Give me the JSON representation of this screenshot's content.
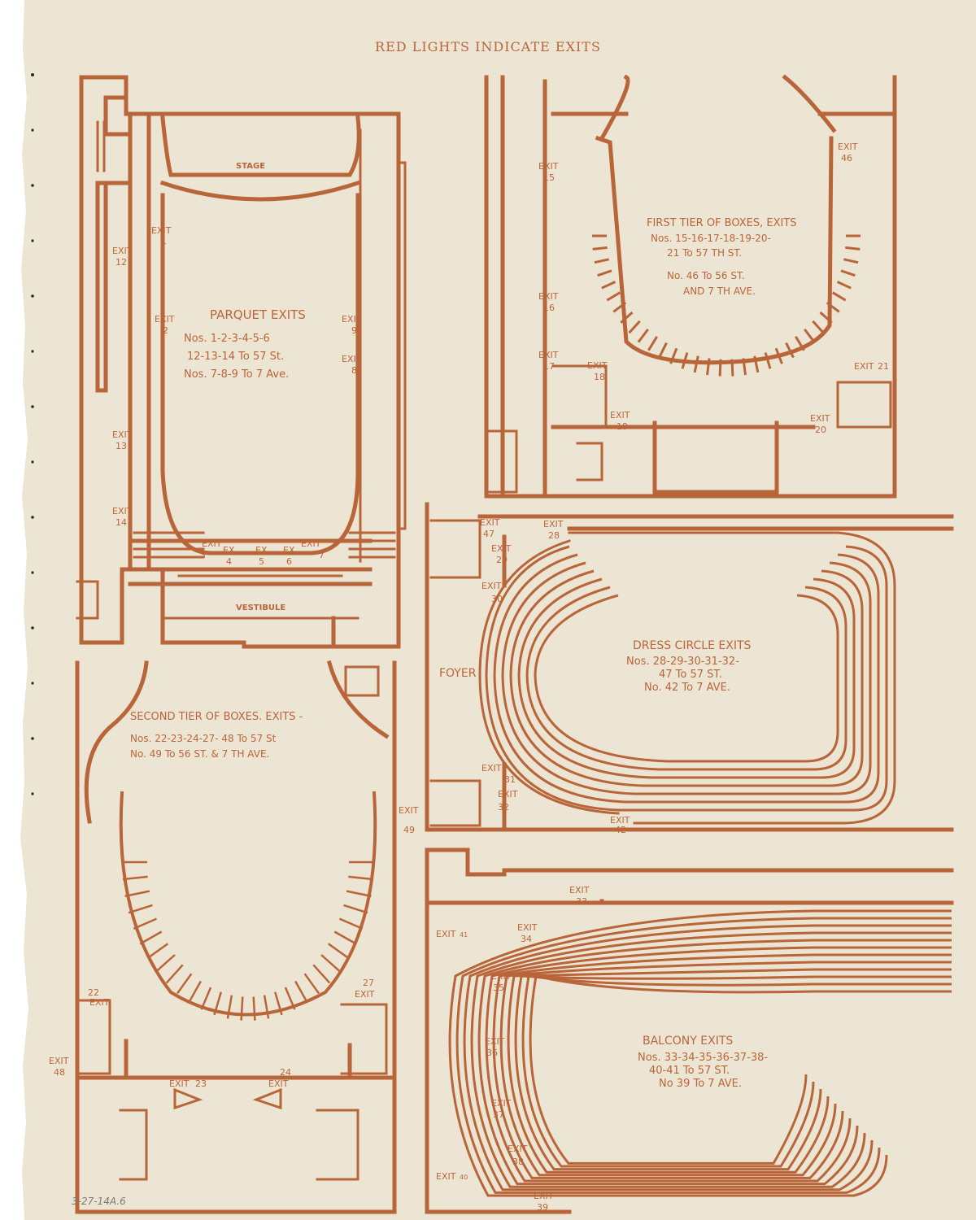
{
  "page_title": "RED LIGHTS INDICATE EXITS",
  "pencil_note": "3-27-14A.6",
  "colors": {
    "ink": "#b9653a",
    "paper": "#ece5d4"
  },
  "parquet": {
    "stage_label": "STAGE",
    "vestibule_label": "VESTIBULE",
    "legend_title": "PARQUET EXITS",
    "legend_lines": [
      "Nos. 1-2-3-4-5-6",
      "12-13-14 To 57 St.",
      "Nos. 7-8-9 To 7 Ave."
    ],
    "exit_word": "EXIT",
    "ex_word": "EX",
    "exits": [
      "1",
      "2",
      "3",
      "4",
      "5",
      "6",
      "7",
      "8",
      "9",
      "12",
      "13",
      "14"
    ]
  },
  "first_tier": {
    "legend_lines": [
      "FIRST TIER OF BOXES, EXITS",
      "Nos. 15-16-17-18-19-20-",
      "21 To 57 TH ST.",
      "No. 46 To 56 ST.",
      "AND 7 TH AVE."
    ],
    "exit_word": "EXIT",
    "exits": [
      "15",
      "16",
      "17",
      "18",
      "19",
      "20",
      "21",
      "46"
    ]
  },
  "second_tier": {
    "legend_lines": [
      "SECOND TIER OF BOXES. EXITS -",
      "Nos. 22-23-24-27- 48 To 57 St",
      "No. 49 To 56 ST. & 7 TH AVE."
    ],
    "exit_word": "EXIT",
    "exits": [
      "22",
      "23",
      "24",
      "27",
      "48",
      "49"
    ]
  },
  "dress_circle": {
    "foyer_label": "FOYER",
    "legend_lines": [
      "DRESS CIRCLE EXITS",
      "Nos. 28-29-30-31-32-",
      "47 To 57 ST.",
      "No. 42 To 7 AVE."
    ],
    "exit_word": "EXIT",
    "exits": [
      "28",
      "29",
      "30",
      "31",
      "32",
      "42",
      "47"
    ]
  },
  "balcony": {
    "legend_lines": [
      "BALCONY EXITS",
      "Nos. 33-34-35-36-37-38-",
      "40-41 To 57 ST.",
      "No 39 To 7 AVE."
    ],
    "exit_word": "EXIT",
    "exits": [
      "33",
      "34",
      "35",
      "36",
      "37",
      "38",
      "39",
      "40",
      "41"
    ]
  }
}
